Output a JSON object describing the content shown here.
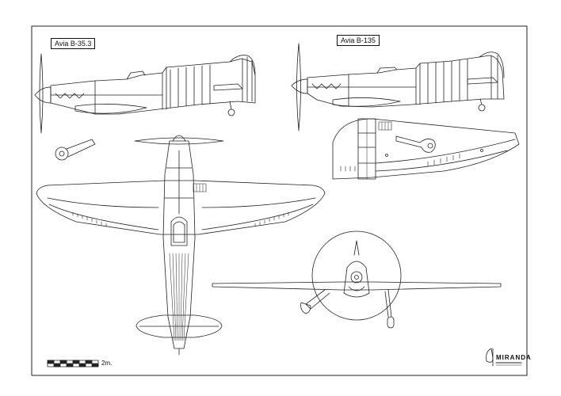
{
  "labels": {
    "left_title": "Avia B-35.3",
    "right_title": "Avia B-135",
    "scale_text": "2m.",
    "logo_text": "MIRANDA"
  },
  "colors": {
    "line": "#222222",
    "paper": "#ffffff"
  }
}
